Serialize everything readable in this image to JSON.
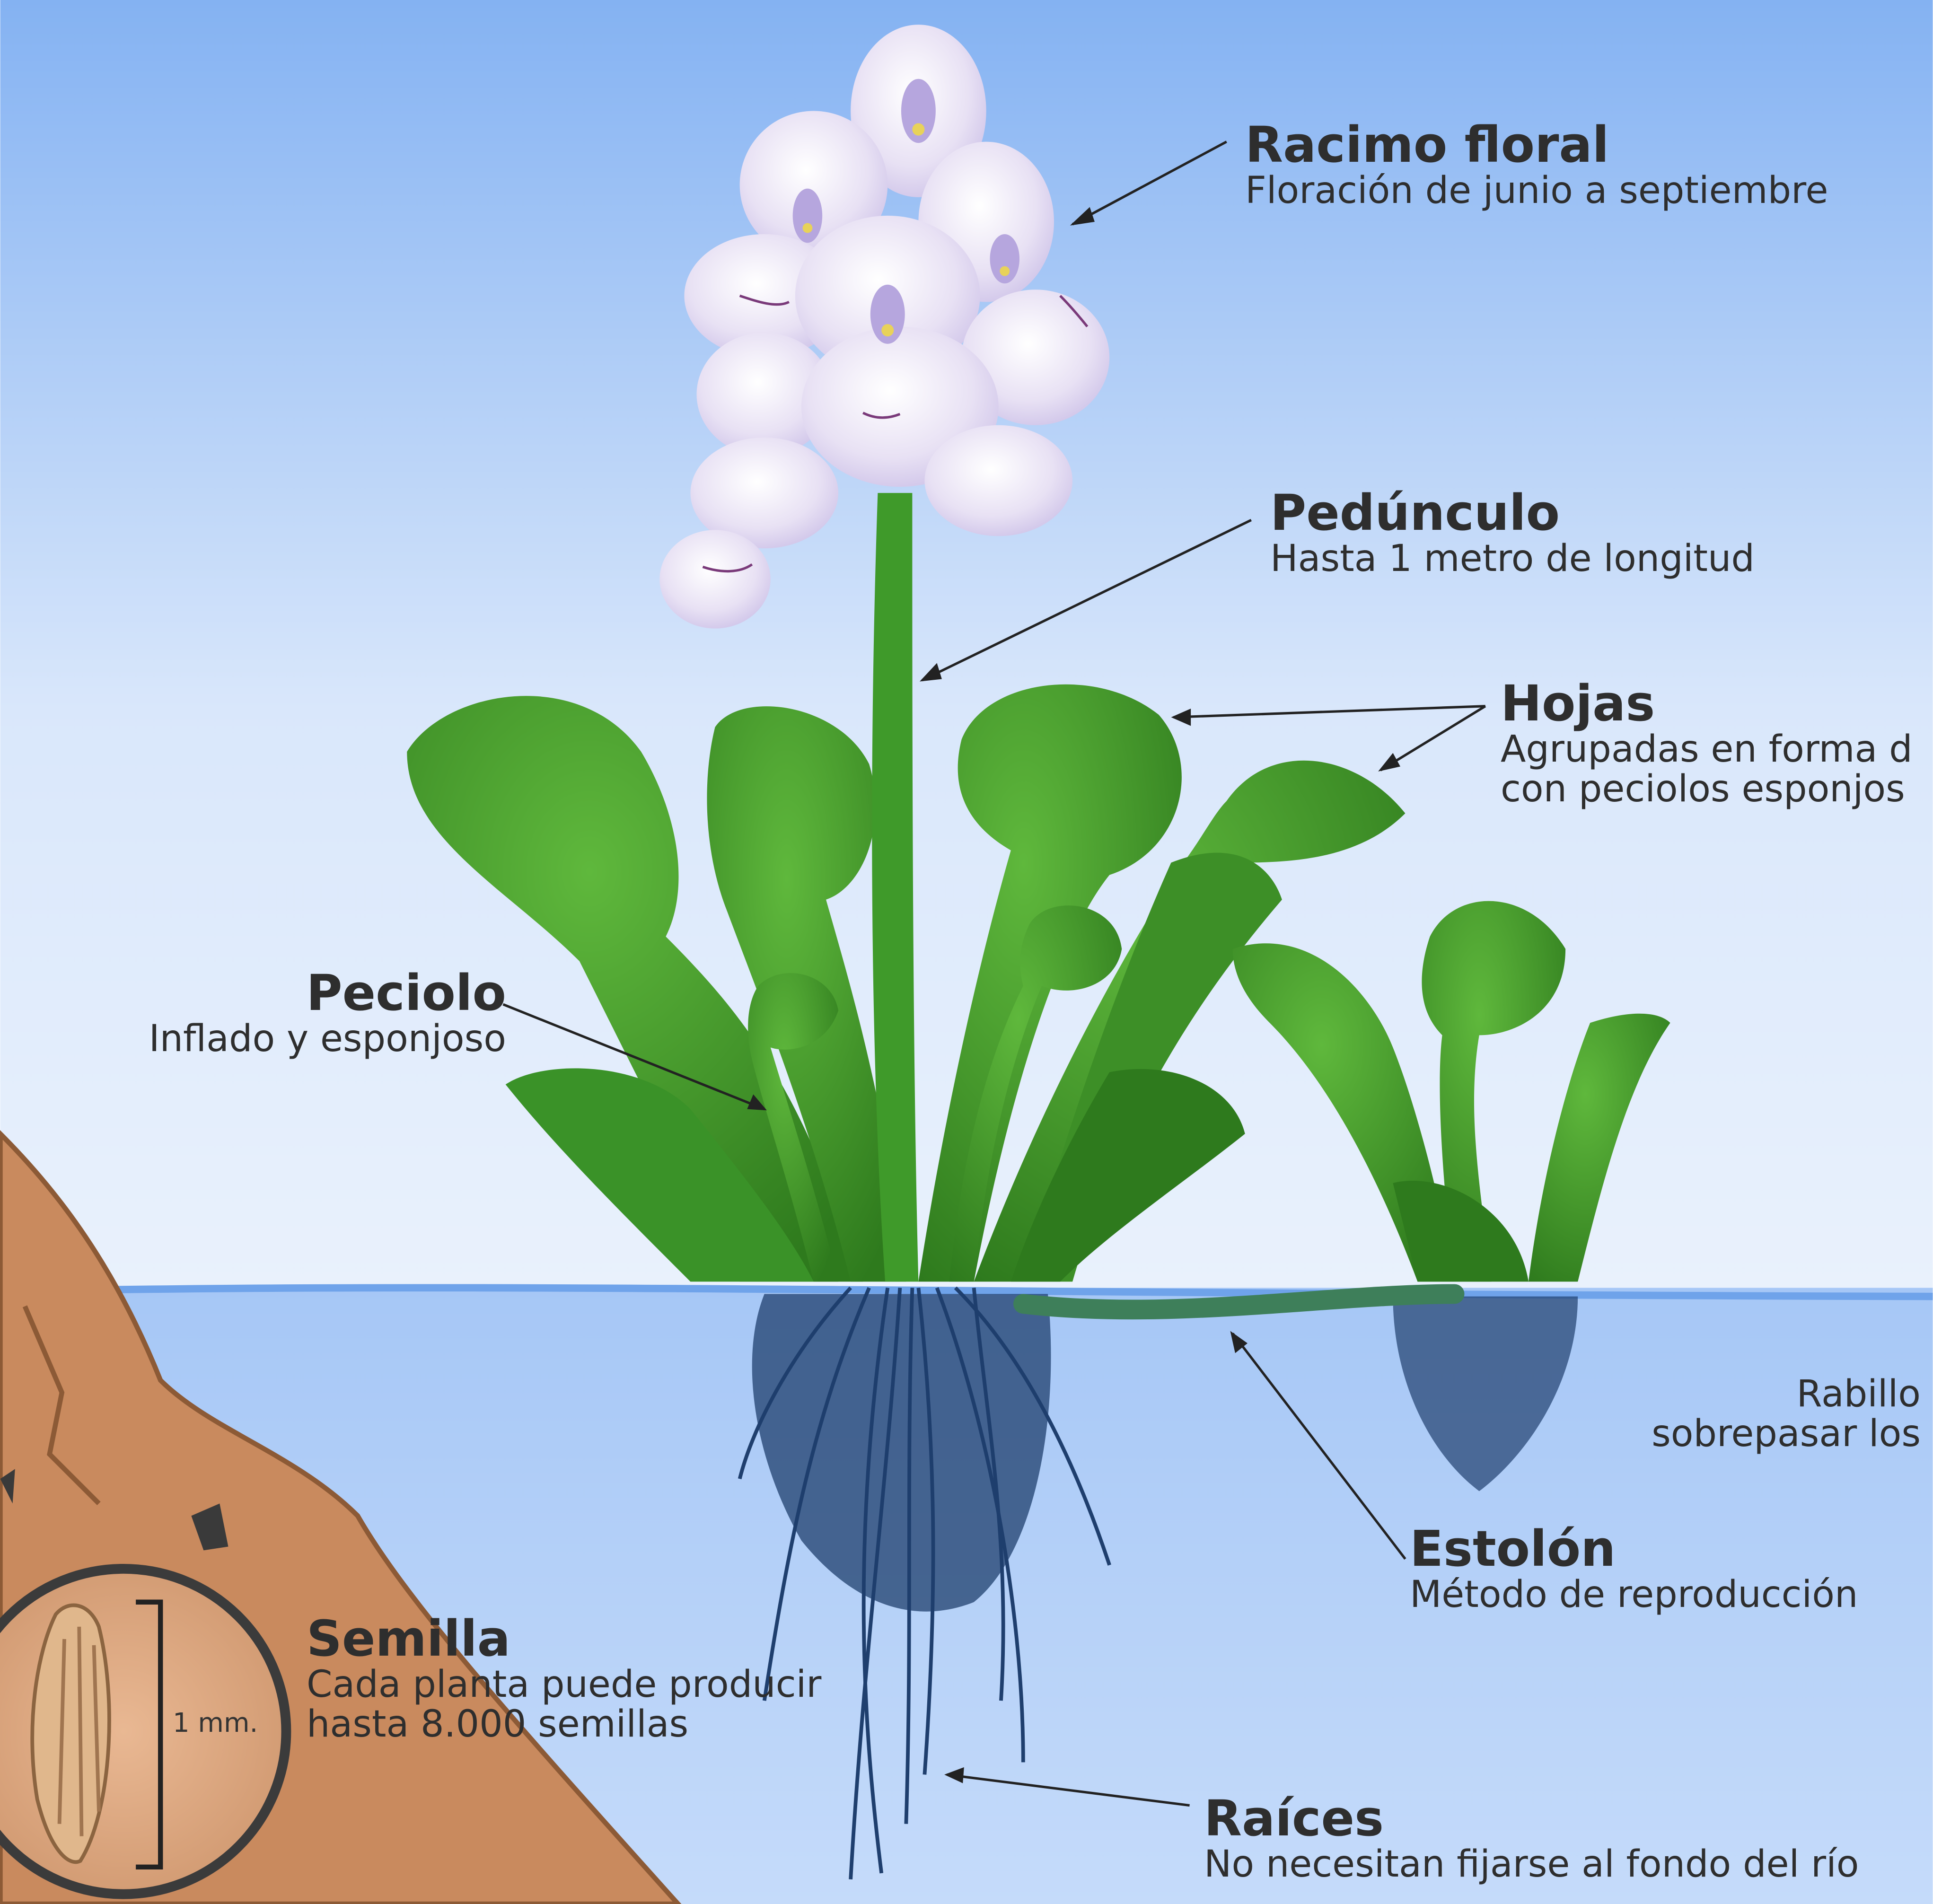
{
  "labels": {
    "racimo": {
      "title": "Racimo floral",
      "desc": "Floración de junio a septiembre"
    },
    "peduncle": {
      "title": "Pedúnculo",
      "desc": "Hasta 1 metro de longitud"
    },
    "hojas": {
      "title": "Hojas",
      "desc1": "Agrupadas en forma d",
      "desc2": "con peciolos esponjos"
    },
    "peciolo": {
      "title": "Peciolo",
      "desc": "Inflado y esponjoso"
    },
    "rabillo": {
      "line1": "Rabillo",
      "line2": "sobrepasar los"
    },
    "estolon": {
      "title": "Estolón",
      "desc": "Método de reproducción"
    },
    "semilla": {
      "title": "Semilla",
      "desc1": "Cada planta puede producir",
      "desc2": "hasta 8.000 semillas"
    },
    "raices": {
      "title": "Raíces",
      "desc": "No necesitan fijarse al fondo del río"
    }
  },
  "seed_scale": "1 mm.",
  "colors": {
    "sky_top": "#8ab4f0",
    "sky_bottom": "#e8f0fb",
    "water": "#b9d3f7",
    "water_line": "#6fa3ea",
    "leaf": "#3f9e2b",
    "leaf_dark": "#2f7d1f",
    "flower": "#e8e0f5",
    "root": "#1f3f6e",
    "soil": "#c98a5e"
  }
}
